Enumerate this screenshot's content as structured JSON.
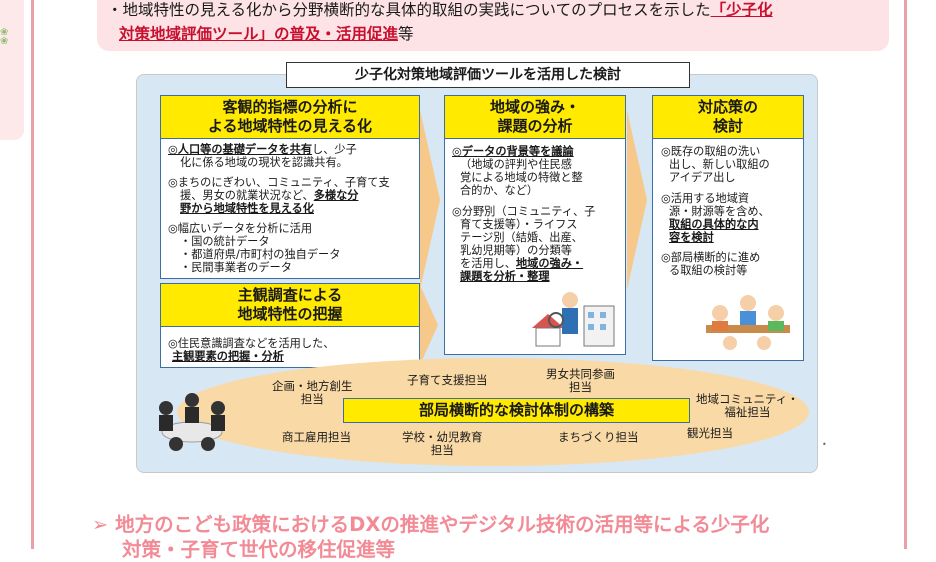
{
  "top_callout": {
    "line1_prefix": "・地域特性の見える化から分野横断的な具体的取組の実践についてのプロセスを示した",
    "line1_highlight": "「少子化",
    "line2_highlight": "対策地域評価ツール」の普及・活用促進",
    "line2_suffix": "等"
  },
  "diagram": {
    "title": "少子化対策地域評価ツールを活用した検討",
    "objective": {
      "header_line1": "客観的指標の分析に",
      "header_line2": "よる地域特性の見える化",
      "p1_bold": "◎人口等の基礎データを共有",
      "p1_rest": "し、少子",
      "p1_line2": "化に係る地域の現状を認識共有。",
      "p2_line1": "◎まちのにぎわい、コミュニティ、子育て支",
      "p2_line2_plain": "援、男女の就業状況など、",
      "p2_line2_bold": "多様な分",
      "p2_line3_bold": "野から地域特性を見える化",
      "p3_line1": "◎幅広いデータを分析に活用",
      "p3_items": [
        "・国の統計データ",
        "・都道府県/市町村の独自データ",
        "・民間事業者のデータ"
      ]
    },
    "subjective": {
      "header_line1": "主観調査による",
      "header_line2": "地域特性の把握",
      "line1": "◎住民意識調査などを活用した、",
      "line2_bold": "主観要素の把握・分析"
    },
    "strengths": {
      "header_line1": "地域の強み・",
      "header_line2": "課題の分析",
      "p1_bold": "◎データの背景等を議論",
      "p1_lines": [
        "（地域の評判や住民感",
        "覚による地域の特徴と整",
        "合的か、など）"
      ],
      "p2_lines": [
        "◎分野別（コミュニティ、子",
        "育て支援等）・ライフス",
        "テージ別（結婚、出産、",
        "乳幼児期等）の分類等"
      ],
      "p2_line5_plain": "を活用し、",
      "p2_line5_bold": "地域の強み・",
      "p2_line6_bold": "課題を分析・整理"
    },
    "measures": {
      "header_line1": "対応策の",
      "header_line2": "検討",
      "p1_lines": [
        "◎既存の取組の洗い",
        "出し、新しい取組の",
        "アイデア出し"
      ],
      "p2_lines": [
        "◎活用する地域資",
        "源・財源等を含め、"
      ],
      "p2_bold_lines": [
        "取組の具体的な内",
        "容を検討"
      ],
      "p3_lines": [
        "◎部局横断的に進め",
        "る取組の検討等"
      ]
    },
    "cross_dept": {
      "center": "部局横断的な検討体制の構築",
      "depts": [
        "企画・地方創生\n担当",
        "子育て支援担当",
        "男女共同参画\n担当",
        "地域コミュニティ・\n福祉担当",
        "商工雇用担当",
        "学校・幼児教育\n担当",
        "まちづくり担当",
        "観光担当"
      ]
    }
  },
  "bottom_heading": {
    "line1": "➢ 地方のこども政策におけるDXの推進やデジタル技術の活用等による少子化",
    "line2": "対策・子育て世代の移住促進等"
  },
  "colors": {
    "header_yellow": "#ffea00",
    "diagram_bg": "#d8e7f4",
    "callout_pink": "#fde3e6",
    "emphasis_red": "#c8102e",
    "heading_pink": "#f28b96",
    "arrow_orange": "#f6c98a"
  }
}
